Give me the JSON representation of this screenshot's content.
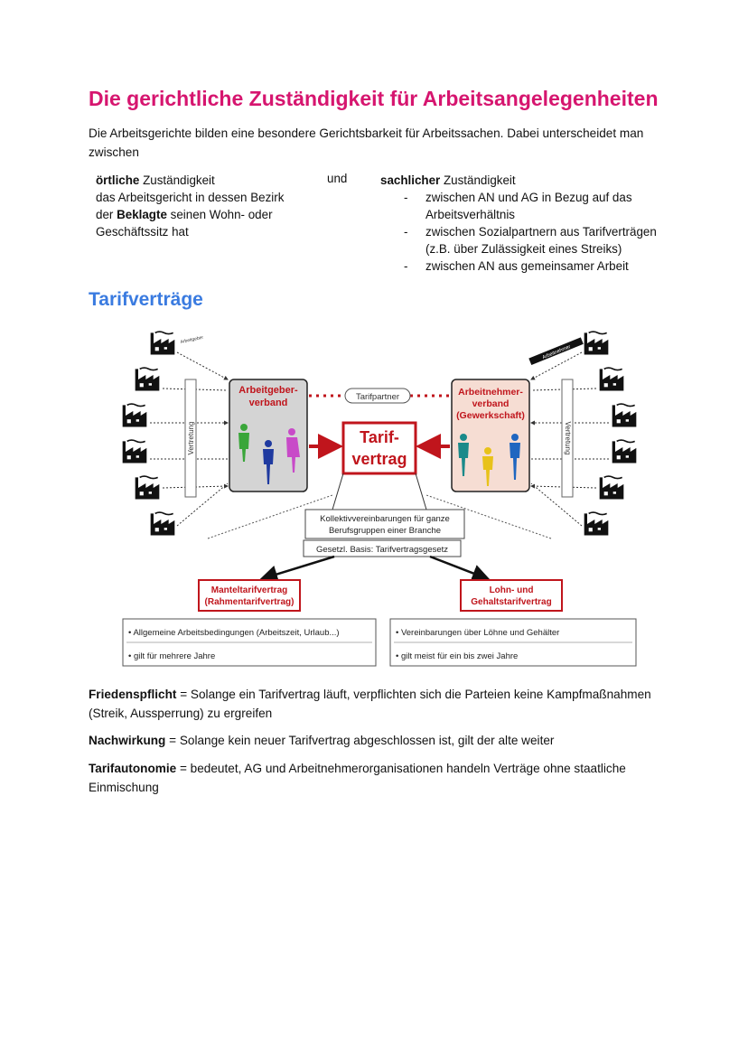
{
  "title": "Die gerichtliche Zuständigkeit für Arbeitsangelegenheiten",
  "intro": "Die Arbeitsgerichte bilden eine besondere Gerichtsbarkeit für Arbeitssachen. Dabei unterscheidet man zwischen",
  "left": {
    "bold": "örtliche",
    "rest": " Zuständigkeit",
    "line1": "das Arbeitsgericht in dessen Bezirk",
    "line2_pre": "der ",
    "line2_bold": "Beklagte",
    "line2_post": " seinen Wohn- oder",
    "line3": "Geschäftssitz hat"
  },
  "und": "und",
  "right": {
    "bold": "sachlicher",
    "rest": " Zuständigkeit",
    "items": [
      "zwischen AN und AG in Bezug auf das Arbeitsverhältnis",
      "zwischen Sozialpartnern aus Tarifverträgen (z.B. über Zulässigkeit eines Streiks)",
      "zwischen AN aus gemeinsamer Arbeit"
    ]
  },
  "heading2": "Tarifverträge",
  "diagram": {
    "arbeitgeber_note": "Arbeitgeber",
    "arbeitnehmer_note": "Arbeitnehmer",
    "vertretung": "Vertretung",
    "ag_verband_1": "Arbeitgeber-",
    "ag_verband_2": "verband",
    "an_verband_1": "Arbeitnehmer-",
    "an_verband_2": "verband",
    "an_verband_3": "(Gewerkschaft)",
    "tarifpartner": "Tarifpartner",
    "tarif_1": "Tarif-",
    "tarif_2": "vertrag",
    "kollektiv_1": "Kollektivvereinbarungen für ganze",
    "kollektiv_2": "Berufsgruppen einer Branche",
    "basis": "Gesetzl. Basis: Tarifvertragsgesetz",
    "mantel_1": "Manteltarifvertrag",
    "mantel_2": "(Rahmentarifvertrag)",
    "lohn_1": "Lohn- und",
    "lohn_2": "Gehaltstarifvertrag",
    "left_box_1": "• Allgemeine Arbeitsbedingungen (Arbeitszeit, Urlaub...)",
    "left_box_2": "• gilt für mehrere Jahre",
    "right_box_1": "• Vereinbarungen über Löhne und Gehälter",
    "right_box_2": "• gilt meist für ein bis zwei Jahre",
    "colors": {
      "red": "#c0151c",
      "ag_fill": "#d4d4d4",
      "an_fill": "#f6ddd3"
    }
  },
  "defs": [
    {
      "term": "Friedenspflicht",
      "text": " = Solange ein Tarifvertrag läuft, verpflichten sich die Parteien keine Kampfmaßnahmen (Streik, Aussperrung) zu ergreifen"
    },
    {
      "term": "Nachwirkung",
      "text": " = Solange kein neuer Tarifvertrag abgeschlossen ist, gilt der alte weiter"
    },
    {
      "term": "Tarifautonomie",
      "text": " = bedeutet, AG und Arbeitnehmerorganisationen handeln Verträge ohne staatliche Einmischung"
    }
  ]
}
